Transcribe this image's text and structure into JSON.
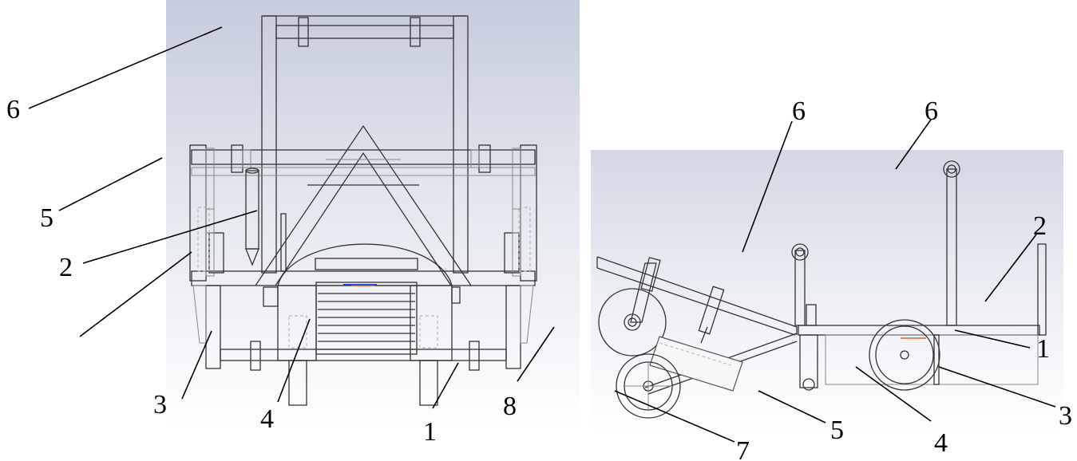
{
  "front_view": {
    "labels": [
      "6",
      "5",
      "2",
      "3",
      "4",
      "1",
      "8"
    ]
  },
  "side_view": {
    "labels": [
      "6",
      "6",
      "2",
      "1",
      "3",
      "4",
      "5",
      "7"
    ]
  }
}
